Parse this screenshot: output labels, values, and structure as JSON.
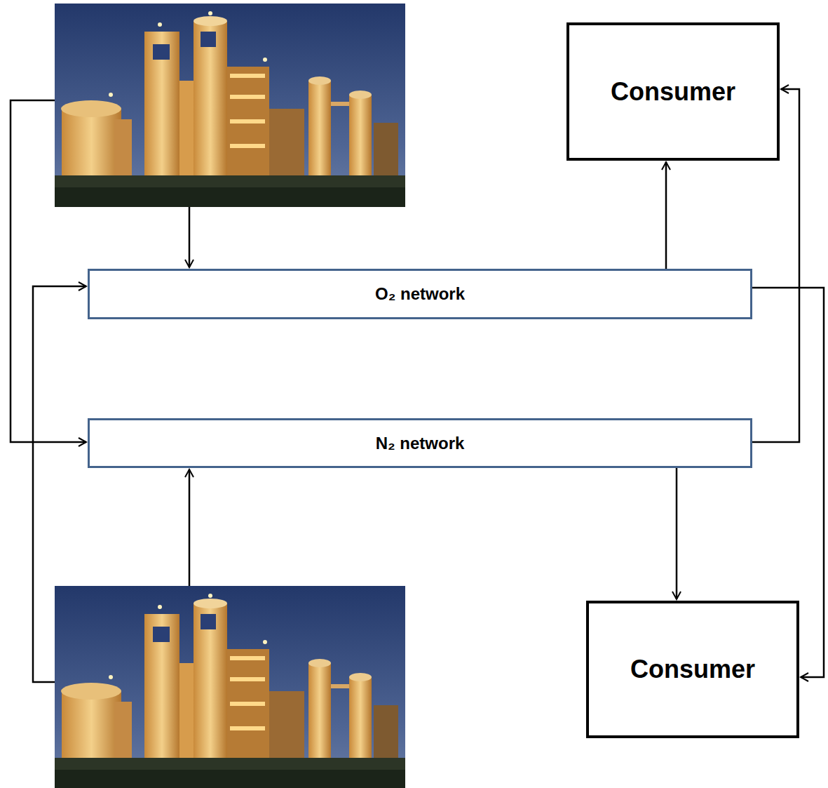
{
  "diagram": {
    "nodes": [
      {
        "text": [
          "Consumer"
        ]
      },
      {
        "text": [
          "O₂ network"
        ]
      },
      {
        "text": [
          "N₂ network"
        ]
      },
      {
        "text": [
          "Consumer"
        ]
      }
    ],
    "edges": [
      {
        "from": 1,
        "to": 0,
        "arrow": "to"
      },
      {
        "from": 1,
        "to": 3,
        "arrow": "to"
      },
      {
        "from": 2,
        "to": 0,
        "arrow": "to"
      },
      {
        "from": 2,
        "to": 3,
        "arrow": "to"
      }
    ]
  }
}
